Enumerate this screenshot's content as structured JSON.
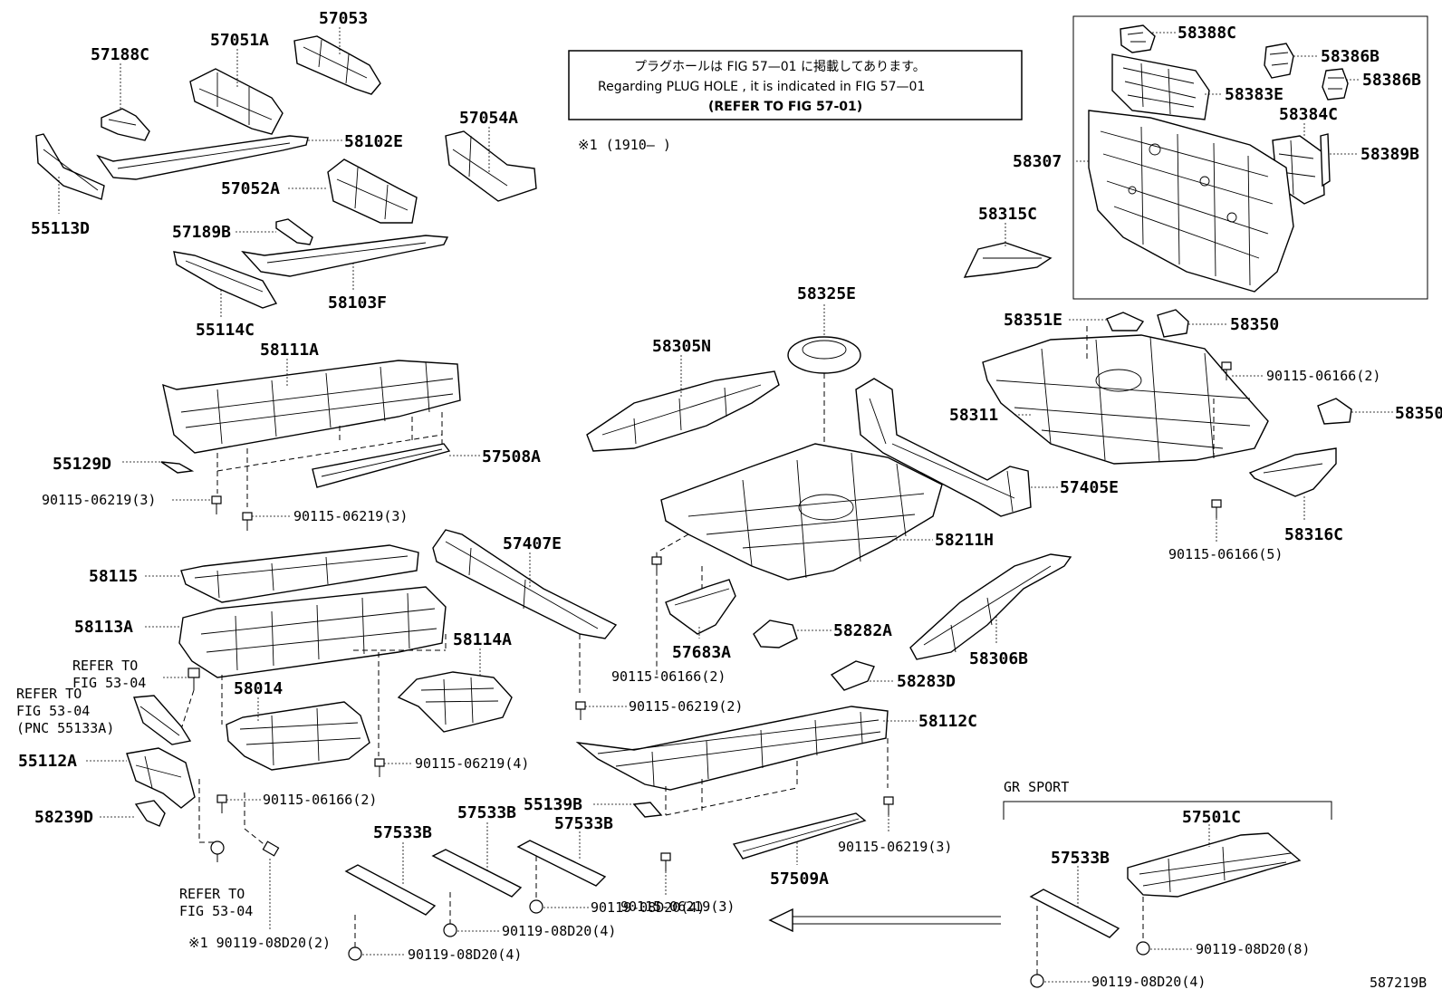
{
  "note": {
    "line1": "プラグホールは FIG 57—01 に掲載してあります。",
    "line2": "Regarding  PLUG  HOLE , it is indicated in FIG  57—01",
    "line3": "(REFER TO FIG 57-01)"
  },
  "footnote": "※1 (1910—      )",
  "section_label": "GR SPORT",
  "figure_id": "587219B",
  "labels": {
    "p57188C": "57188C",
    "p57051A": "57051A",
    "p57053": "57053",
    "p58102E": "58102E",
    "p57054A": "57054A",
    "p55113D": "55113D",
    "p57052A": "57052A",
    "p57189B": "57189B",
    "p58103F": "58103F",
    "p55114C": "55114C",
    "p58111A": "58111A",
    "p55129D": "55129D",
    "p57508A": "57508A",
    "b1": "90115-06219(3)",
    "b2": "90115-06219(3)",
    "p58115": "58115",
    "p57407E": "57407E",
    "p58113A": "58113A",
    "p58114A": "58114A",
    "ref1a": "REFER TO",
    "ref1b": "FIG 53-04",
    "ref2a": "REFER TO",
    "ref2b": "FIG 53-04",
    "ref2c": "(PNC 55133A)",
    "p58014": "58014",
    "p55112A": "55112A",
    "p58239D": "58239D",
    "b3": "90115-06219(4)",
    "b4": "90115-06166(2)",
    "ref3a": "REFER TO",
    "ref3b": "FIG 53-04",
    "b5": "※1 90119-08D20(2)",
    "p57533B_1": "57533B",
    "p57533B_2": "57533B",
    "p57533B_3": "57533B",
    "b6": "90119-08D20(4)",
    "b7": "90119-08D20(4)",
    "b8": "90119-08D20(4)",
    "p58305N": "58305N",
    "p58325E": "58325E",
    "p57405E": "57405E",
    "p58211H": "58211H",
    "p57683A": "57683A",
    "b9": "90115-06166(2)",
    "b10": "90115-06219(2)",
    "p58282A": "58282A",
    "p58306B": "58306B",
    "p58283D": "58283D",
    "p58112C": "58112C",
    "p55139B": "55139B",
    "b11": "90115-06219(3)",
    "p57509A": "57509A",
    "b12": "90115-06219(3)",
    "p58388C": "58388C",
    "p58386B_1": "58386B",
    "p58386B_2": "58386B",
    "p58383E": "58383E",
    "p58384C": "58384C",
    "p58307": "58307",
    "p58389B": "58389B",
    "p58315C": "58315C",
    "p58351E": "58351E",
    "p58350_1": "58350",
    "b13": "90115-06166(2)",
    "p58311": "58311",
    "p58350_2": "58350",
    "p58316C": "58316C",
    "b14": "90115-06166(5)",
    "p57533B_4": "57533B",
    "p57501C": "57501C",
    "b15": "90119-08D20(8)",
    "b16": "90119-08D20(4)"
  }
}
